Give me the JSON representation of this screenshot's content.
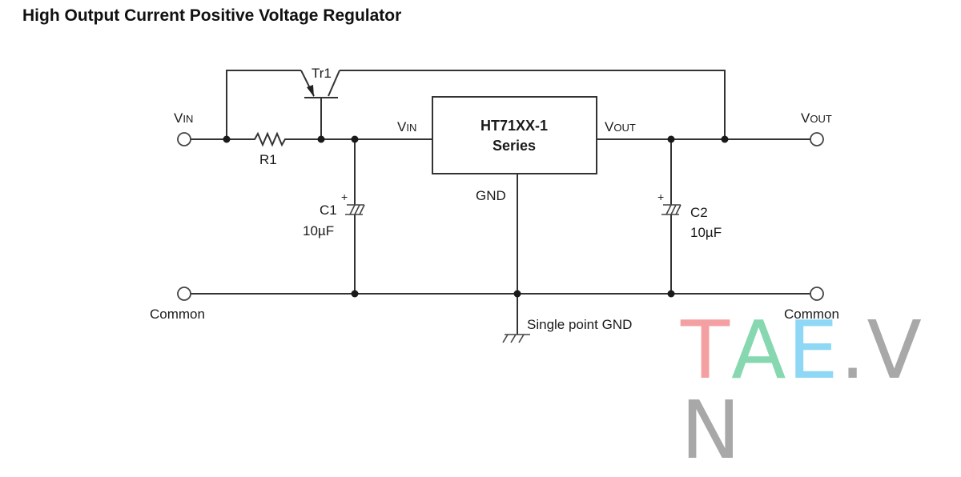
{
  "title": "High Output Current Positive Voltage Regulator",
  "components": {
    "ic": {
      "line1": "HT71XX-1",
      "line2": "Series",
      "pin_in": "VIN",
      "pin_out": "VOUT",
      "pin_gnd": "GND"
    },
    "transistor": {
      "ref": "Tr1"
    },
    "resistor": {
      "ref": "R1"
    },
    "c1": {
      "ref": "C1",
      "value": "10µF",
      "polarity": "+"
    },
    "c2": {
      "ref": "C2",
      "value": "10µF",
      "polarity": "+"
    }
  },
  "terminals": {
    "vin": {
      "main": "V",
      "sub": "IN"
    },
    "vout": {
      "main": "V",
      "sub": "OUT"
    },
    "common_left": "Common",
    "common_right": "Common"
  },
  "ic_pins": {
    "vin": {
      "main": "V",
      "sub": "IN"
    },
    "vout": {
      "main": "V",
      "sub": "OUT"
    }
  },
  "ground_label": "Single point GND",
  "watermark": {
    "letters": [
      {
        "char": "T",
        "color": "#f4a0a3"
      },
      {
        "char": "A",
        "color": "#87d8b0"
      },
      {
        "char": "E",
        "color": "#8ed8f5"
      },
      {
        "char": ".",
        "color": "#a8a8a8"
      },
      {
        "char": "V",
        "color": "#a8a8a8"
      },
      {
        "char": "N",
        "color": "#a8a8a8"
      }
    ]
  }
}
